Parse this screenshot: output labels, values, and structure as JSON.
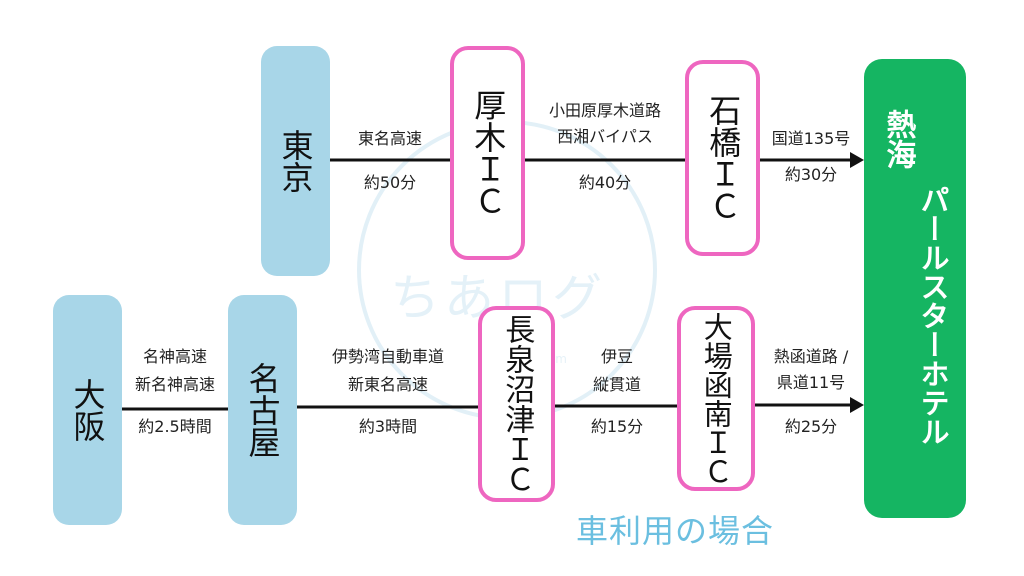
{
  "watermark": {
    "text": "ちあログ",
    "sub": "hum"
  },
  "route_top": {
    "origin": "東京",
    "seg1": {
      "road": "東名高速",
      "time": "約50分"
    },
    "ic1": "厚木ＩＣ",
    "seg2": {
      "road_line1": "小田原厚木道路",
      "road_line2": "西湘バイパス",
      "time": "約40分"
    },
    "ic2": "石橋ＩＣ",
    "seg3": {
      "road": "国道135号",
      "time": "約30分"
    }
  },
  "route_bottom": {
    "origin": "大阪",
    "seg0": {
      "road_line1": "名神高速",
      "road_line2": "新名神高速",
      "time": "約2.5時間"
    },
    "via": "名古屋",
    "seg1": {
      "road_line1": "伊勢湾自動車道",
      "road_line2": "新東名高速",
      "time": "約3時間"
    },
    "ic1": "長泉沼津ＩＣ",
    "seg2": {
      "road_line1": "伊豆",
      "road_line2": "縦貫道",
      "time": "約15分"
    },
    "ic2": "大場函南ＩＣ",
    "seg3": {
      "road_line1": "熱函道路 /",
      "road_line2": "県道11号",
      "time": "約25分"
    }
  },
  "destination": {
    "line1": "熱海",
    "line2": "パールスターホテル"
  },
  "caption": "車利用の場合",
  "colors": {
    "city": "#a8d6e8",
    "ic_border": "#ee66c0",
    "destination": "#15b562",
    "caption": "#6bbfe0",
    "line": "#111111"
  }
}
